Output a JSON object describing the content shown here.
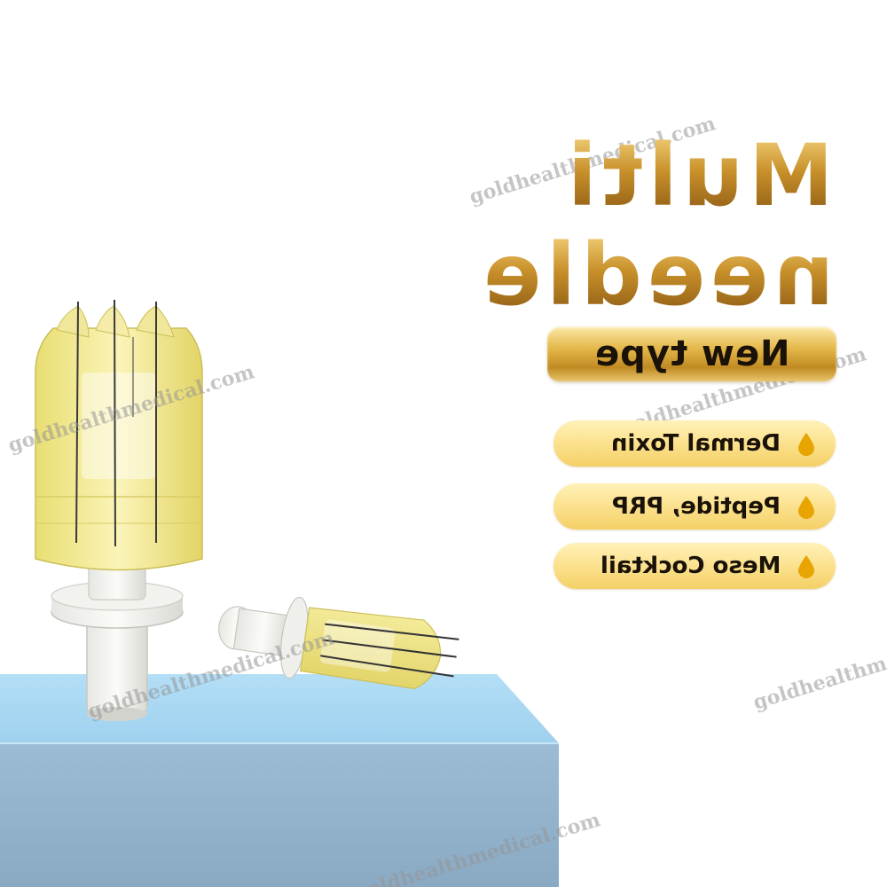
{
  "headline": {
    "line1": "Multi",
    "line2": "needle"
  },
  "badge": {
    "label": "New type"
  },
  "features": [
    {
      "label": "Dermal Toxin",
      "icon": "droplet-icon"
    },
    {
      "label": "Peptide, PRP",
      "icon": "droplet-icon"
    },
    {
      "label": "Meso Cocktail",
      "icon": "droplet-icon"
    }
  ],
  "watermark": {
    "text": "goldhealthmedical.com"
  },
  "colors": {
    "gold_dark": "#8c5a14",
    "gold_mid": "#c8902a",
    "gold_light": "#f3d17a",
    "pill_fill": "#fbe08a",
    "drop": "#e8a400",
    "pedestal_top": "#a9d8f4",
    "pedestal_front": "#93b5cf",
    "needle_yellow": "#efe27a"
  }
}
